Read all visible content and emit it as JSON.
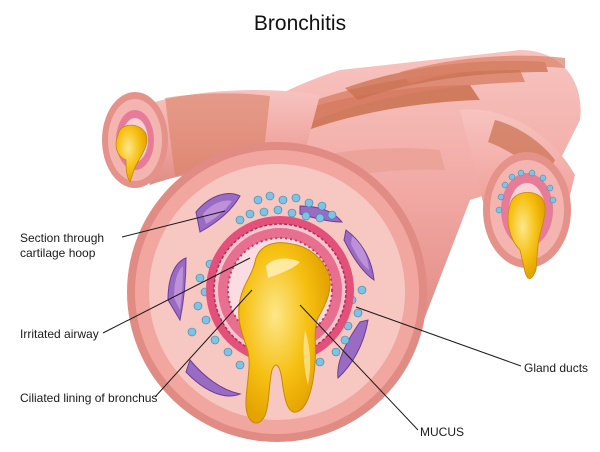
{
  "title": "Bronchitis",
  "labels": {
    "section": "Section through cartilage hoop",
    "irritated": "Irritated airway",
    "ciliated": "Ciliated lining of bronchus",
    "gland": "Gland ducts",
    "mucus": "MUCUS"
  },
  "colors": {
    "tissue": "#f2aaa6",
    "tissue_dark": "#d97f72",
    "cartilage_band": "#c9704f",
    "lining": "#e3507a",
    "gland_purple": "#9a6bc2",
    "duct_blue": "#7ec3e3",
    "mucus": "#f6c012"
  }
}
